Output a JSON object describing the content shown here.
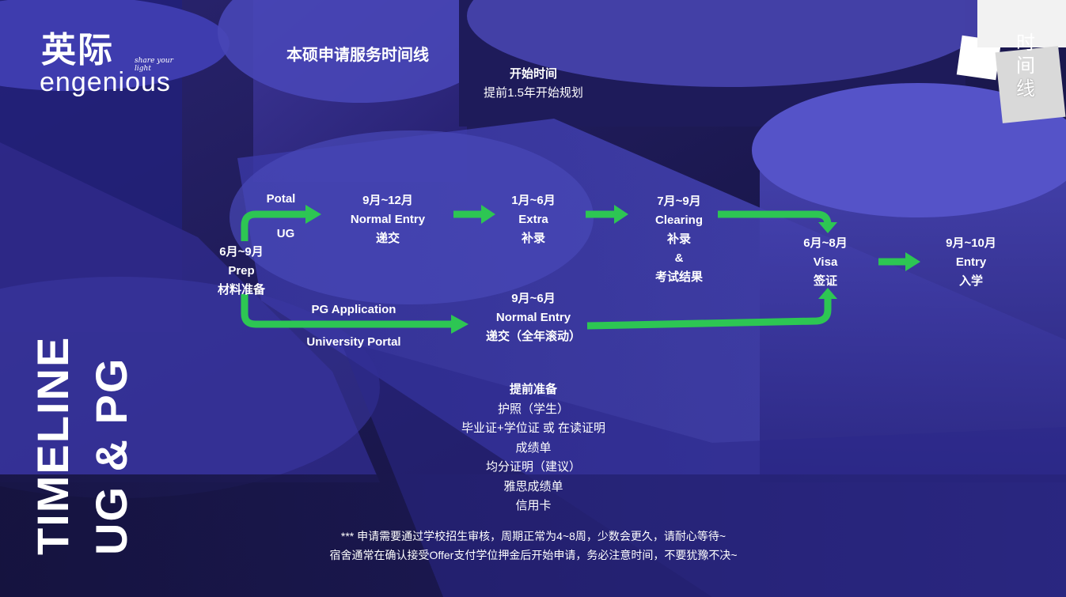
{
  "brand": {
    "logo_cn": "英际",
    "logo_tagline": "share your light",
    "logo_en": "engenious"
  },
  "page_title": "本硕申请服务时间线",
  "start": {
    "title": "开始时间",
    "text": "提前1.5年开始规划"
  },
  "corner_label": [
    "时",
    "间",
    "线"
  ],
  "side_title": {
    "line1": "TIMELINE",
    "line2": "UG & PG"
  },
  "prep": {
    "period": "6月~9月",
    "name": "Prep",
    "cn": "材料准备"
  },
  "ug_route": {
    "label_top": "Potal",
    "label_bottom": "UG"
  },
  "pg_route": {
    "label_top": "PG Application",
    "label_bottom": "University Portal"
  },
  "ug_normal": {
    "period": "9月~12月",
    "name": "Normal Entry",
    "cn": "递交"
  },
  "ug_extra": {
    "period": "1月~6月",
    "name": "Extra",
    "cn": "补录"
  },
  "ug_clearing": {
    "period": "7月~9月",
    "name": "Clearing",
    "cn": "补录",
    "amp": "&",
    "cn2": "考试结果"
  },
  "pg_normal": {
    "period": "9月~6月",
    "name": "Normal Entry",
    "cn": "递交（全年滚动）"
  },
  "visa": {
    "period": "6月~8月",
    "name": "Visa",
    "cn": "签证"
  },
  "entry": {
    "period": "9月~10月",
    "name": "Entry",
    "cn": "入学"
  },
  "advance_prep": {
    "title": "提前准备",
    "items": [
      "护照（学生）",
      "毕业证+学位证 或 在读证明",
      "成绩单",
      "均分证明（建议）",
      "雅思成绩单",
      "信用卡"
    ]
  },
  "notes": [
    "*** 申请需要通过学校招生审核，周期正常为4~8周，少数会更久，请耐心等待~",
    "宿舍通常在确认接受Offer支付学位押金后开始申请，务必注意时间，不要犹豫不决~"
  ],
  "colors": {
    "arrow": "#2dc653",
    "text": "#ffffff",
    "background": "#1a1646"
  }
}
